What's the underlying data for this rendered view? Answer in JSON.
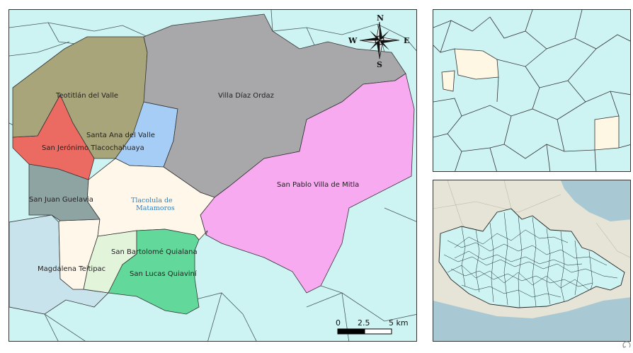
{
  "main_map": {
    "municipalities": [
      {
        "id": "teotitlan",
        "name": "Teotitlán del Valle",
        "color": "#a8a57a"
      },
      {
        "id": "villa-diaz",
        "name": "Villa Díaz Ordaz",
        "color": "#a8a8aa"
      },
      {
        "id": "santa-ana",
        "name": "Santa Ana del Valle",
        "color": "#a6cdf5"
      },
      {
        "id": "san-jeronimo",
        "name": "San Jerónimo Tlacochahuaya",
        "color": "#eb6b62"
      },
      {
        "id": "san-pablo",
        "name": "San Pablo Villa de Mitla",
        "color": "#f7aaf0"
      },
      {
        "id": "san-juan",
        "name": "San Juan Guelavia",
        "color": "#8da4a2"
      },
      {
        "id": "tlacolula",
        "name": "Tlacolula de Matamoros",
        "color": "#fff8ea"
      },
      {
        "id": "san-bartolome",
        "name": "San Bartolomé Quialana",
        "color": "#e2f5da"
      },
      {
        "id": "san-lucas",
        "name": "San Lucas Quiaviní",
        "color": "#62d99a"
      },
      {
        "id": "magdalena",
        "name": "Magdalena Teitipac",
        "color": "#c8e3ec"
      },
      {
        "id": "unnamed",
        "name": "",
        "color": "#fff8ea"
      }
    ],
    "background_color": "#cdf3f3",
    "tlacolula_label_line1": "Tlacolula de",
    "tlacolula_label_line2": "Matamoros"
  },
  "compass": {
    "north": "N",
    "south": "S",
    "west": "W",
    "east": "E"
  },
  "scale_bar": {
    "labels": [
      "0",
      "2.5",
      "5 km"
    ]
  },
  "inset_top": {
    "highlight_color": "#fdf7e4",
    "background_color": "#cdf3f3"
  },
  "inset_bottom": {
    "sea_color": "#a8c9d3",
    "land_color": "#e6e4d6",
    "state_color": "#cdf3f3"
  }
}
